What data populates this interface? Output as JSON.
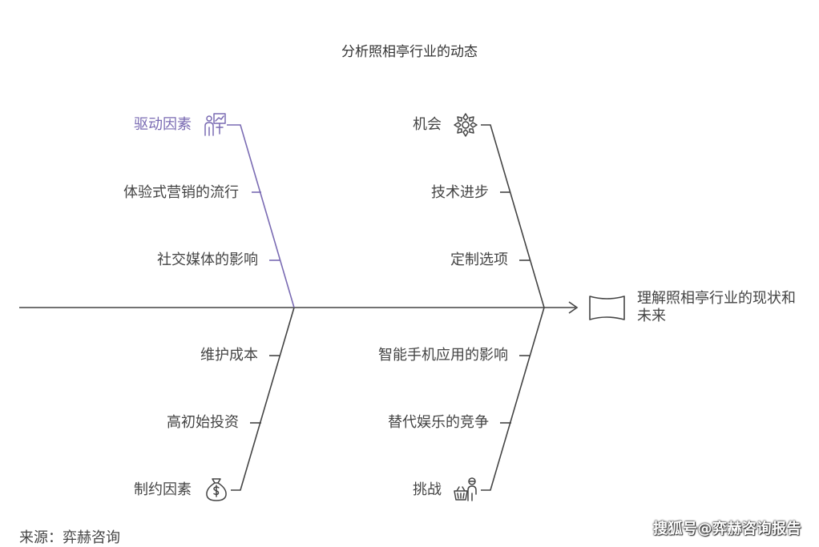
{
  "title": "分析照相亭行业的动态",
  "effect": "理解照相亭行业的现状和未来",
  "categories": {
    "drivers": {
      "label": "驱动因素",
      "icon": "presenter-chart-icon",
      "items": [
        "体验式营销的流行",
        "社交媒体的影响"
      ]
    },
    "opportunities": {
      "label": "机会",
      "icon": "snowflake-icon",
      "items": [
        "技术进步",
        "定制选项"
      ]
    },
    "constraints": {
      "label": "制约因素",
      "icon": "money-bag-icon",
      "items": [
        "维护成本",
        "高初始投资"
      ]
    },
    "challenges": {
      "label": "挑战",
      "icon": "person-basket-icon",
      "items": [
        "智能手机应用的影响",
        "替代娱乐的竞争"
      ]
    }
  },
  "source": "来源：弈赫咨询",
  "watermark": "搜狐号@弈赫咨询报告",
  "colors": {
    "accent": "#7a6bb3",
    "line": "#444444",
    "text": "#444444"
  }
}
